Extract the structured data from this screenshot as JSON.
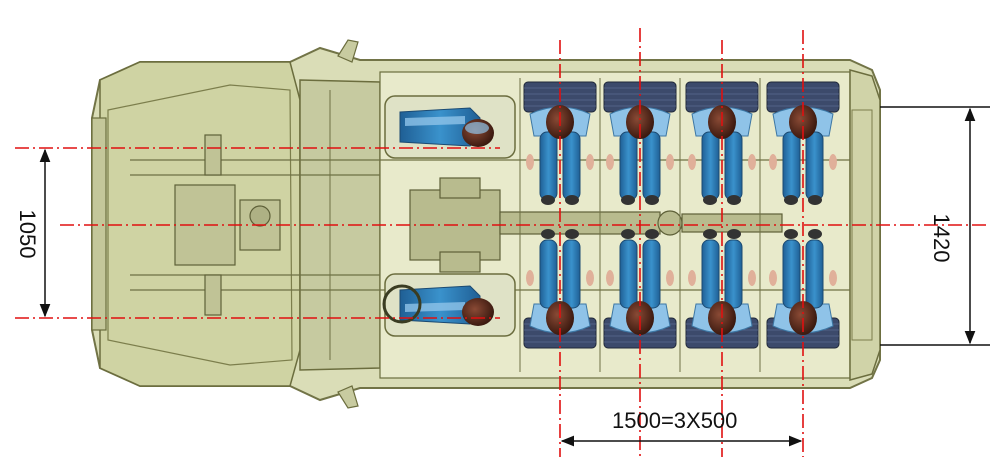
{
  "dimensions": {
    "left_track": "1050",
    "right_width": "1420",
    "seat_spacing": "1500=3X500"
  },
  "colors": {
    "body_fill": "#d9dcb4",
    "body_line": "#6b6d3e",
    "seat_fill": "#3c4a6b",
    "passenger_blue": "#2d7fb8",
    "passenger_light": "#8fc3e8",
    "head": "#5a2a1e",
    "skin": "#e0b09a",
    "centerline": "#e01010",
    "dimension": "#111111"
  }
}
